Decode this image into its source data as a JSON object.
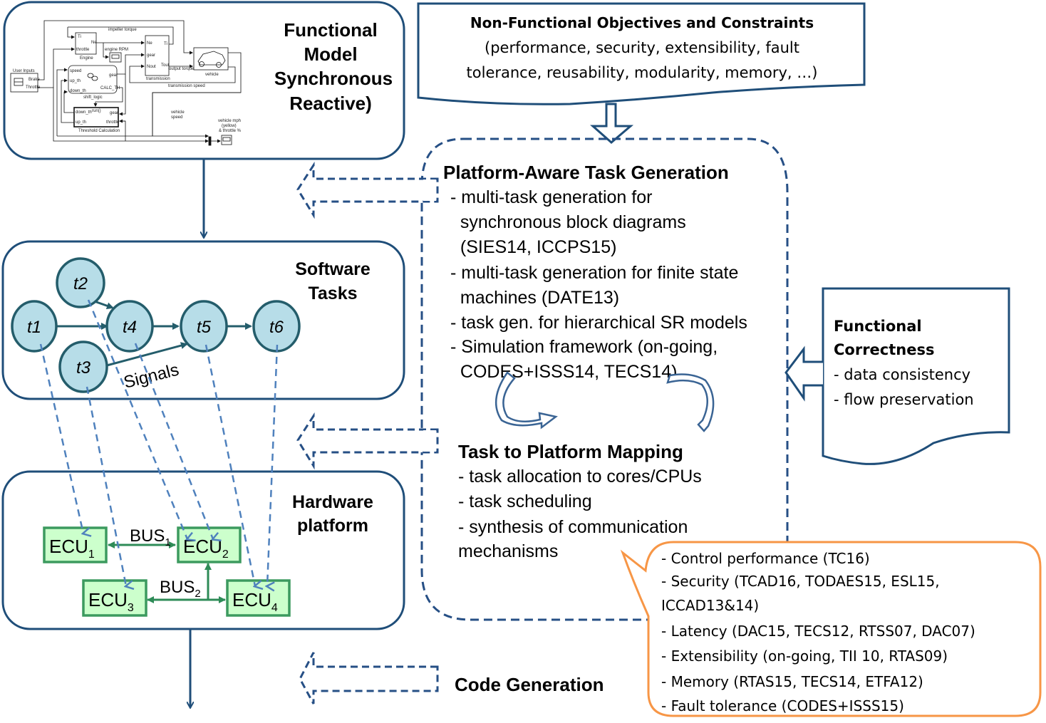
{
  "colors": {
    "frame": "#1f4e79",
    "dashed": "#264f85",
    "task_fill": "#b7dde8",
    "task_stroke": "#245d6b",
    "mapping": "#4f81bd",
    "ecu_fill": "#ccffcc",
    "ecu_stroke": "#3c9a5f",
    "bus": "#2e8b57",
    "callout": "#f79646"
  },
  "functional_model": {
    "title_lines": [
      "Functional",
      "Model",
      "Synchronous",
      "Reactive)"
    ],
    "simulink": {
      "user_inputs": "User Inputs",
      "brake": "Brake",
      "throttle": "Throttle",
      "engine": "Engine",
      "engine_ti": "Ti",
      "engine_throttle": "throttle",
      "engine_ne": "Ne",
      "impeller_torque": "impeller torque",
      "engine_rpm": "engine RPM",
      "transmission": "transmission",
      "trans_ne": "Ne",
      "trans_gear": "gear",
      "trans_nout": "Nout",
      "trans_ti": "Ti",
      "trans_tout": "Tout",
      "output_torque": "output torque",
      "vehicle": "vehicle",
      "transmission_speed": "transmission speed",
      "shift_logic": "shift_logic",
      "speed": "speed",
      "up_th": "up_th",
      "down_th": "down_th",
      "gear": "gear",
      "calc_th": "CALC_TH",
      "threshold_calc": "Threshold Calculation",
      "run": "run()",
      "thr_down": "down_th",
      "thr_up": "up_th",
      "thr_gear": "gear",
      "thr_throttle": "throttle",
      "vehicle_speed_1": "vehicle",
      "vehicle_speed_2": "speed",
      "scope_1": "vehicle mph",
      "scope_2": "(yellow)",
      "scope_3": "& throttle %"
    }
  },
  "software_tasks": {
    "title_lines": [
      "Software",
      "Tasks"
    ],
    "tasks": [
      "t1",
      "t2",
      "t3",
      "t4",
      "t5",
      "t6"
    ],
    "signals_label": "Signals"
  },
  "hardware": {
    "title_lines": [
      "Hardware",
      "platform"
    ],
    "ecus": [
      {
        "name": "ECU",
        "sub": "1"
      },
      {
        "name": "ECU",
        "sub": "2"
      },
      {
        "name": "ECU",
        "sub": "3"
      },
      {
        "name": "ECU",
        "sub": "4"
      }
    ],
    "bus1": {
      "name": "BUS",
      "sub": "1"
    },
    "bus2": {
      "name": "BUS",
      "sub": "2"
    }
  },
  "nonfunctional": {
    "title": "Non-Functional Objectives and Constraints",
    "line1": "(performance, security, extensibility, fault",
    "line2": "tolerance, reusability, modularity, memory, …)"
  },
  "task_generation": {
    "title": "Platform-Aware Task Generation",
    "lines": [
      "- multi-task generation for",
      "  synchronous block diagrams",
      "  (SIES14, ICCPS15)",
      "- multi-task generation for finite state",
      "  machines (DATE13)",
      "- task gen. for hierarchical SR models",
      "- Simulation framework (on-going,",
      "  CODES+ISSS14, TECS14)"
    ]
  },
  "mapping": {
    "title": "Task to Platform Mapping",
    "lines": [
      "- task allocation to cores/CPUs",
      "- task scheduling",
      "- synthesis of communication",
      "mechanisms"
    ]
  },
  "functional_correctness": {
    "title_lines": [
      "Functional",
      "Correctness"
    ],
    "lines": [
      "- data consistency",
      "- flow preservation"
    ]
  },
  "callout": {
    "lines": [
      "- Control performance (TC16)",
      "- Security (TCAD16, TODAES15, ESL15,",
      "ICCAD13&14)",
      "- Latency (DAC15, TECS12, RTSS07, DAC07)",
      "- Extensibility (on-going, TII 10, RTAS09)",
      "- Memory (RTAS15, TECS14, ETFA12)",
      "- Fault tolerance (CODES+ISSS15)"
    ]
  },
  "code_generation": {
    "title": "Code Generation"
  }
}
